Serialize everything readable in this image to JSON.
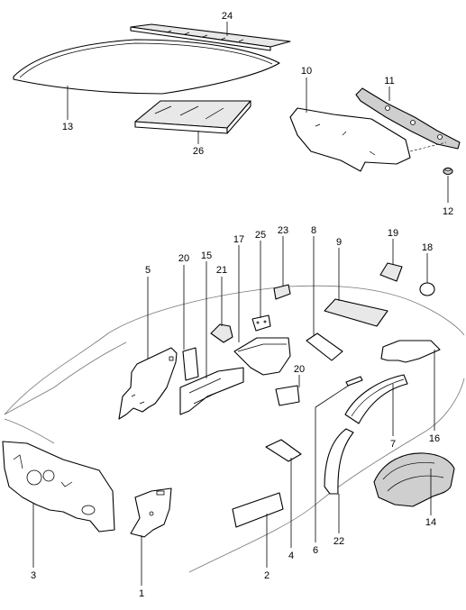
{
  "callouts": [
    {
      "id": "p24",
      "label": "24"
    },
    {
      "id": "p13",
      "label": "13"
    },
    {
      "id": "p26",
      "label": "26"
    },
    {
      "id": "p10",
      "label": "10"
    },
    {
      "id": "p11",
      "label": "11"
    },
    {
      "id": "p12",
      "label": "12"
    },
    {
      "id": "p5",
      "label": "5"
    },
    {
      "id": "p20a",
      "label": "20"
    },
    {
      "id": "p15",
      "label": "15"
    },
    {
      "id": "p21",
      "label": "21"
    },
    {
      "id": "p17",
      "label": "17"
    },
    {
      "id": "p25",
      "label": "25"
    },
    {
      "id": "p23",
      "label": "23"
    },
    {
      "id": "p8",
      "label": "8"
    },
    {
      "id": "p9",
      "label": "9"
    },
    {
      "id": "p19",
      "label": "19"
    },
    {
      "id": "p18",
      "label": "18"
    },
    {
      "id": "p20b",
      "label": "20"
    },
    {
      "id": "p16",
      "label": "16"
    },
    {
      "id": "p7",
      "label": "7"
    },
    {
      "id": "p6",
      "label": "6"
    },
    {
      "id": "p4",
      "label": "4"
    },
    {
      "id": "p22",
      "label": "22"
    },
    {
      "id": "p14",
      "label": "14"
    },
    {
      "id": "p3",
      "label": "3"
    },
    {
      "id": "p1",
      "label": "1"
    },
    {
      "id": "p2",
      "label": "2"
    }
  ]
}
